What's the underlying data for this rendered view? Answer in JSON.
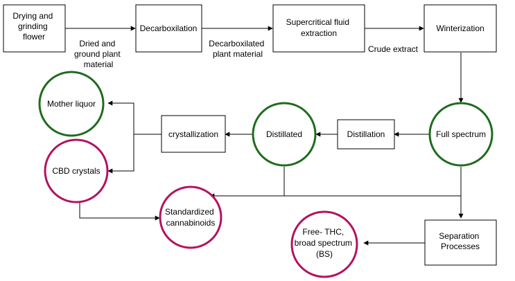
{
  "colors": {
    "stroke": "#000000",
    "green_circle": "#1f6b1f",
    "magenta_circle": "#b3125f",
    "text": "#000000",
    "background": "#ffffff"
  },
  "nodes": {
    "drying": {
      "lines": [
        "Drying and",
        "grinding",
        "flower"
      ],
      "shape": "rectangle"
    },
    "decarboxilation": {
      "lines": [
        "Decarboxilation"
      ],
      "shape": "rectangle"
    },
    "supercritical": {
      "lines": [
        "Supercritical fluid",
        "extraction"
      ],
      "shape": "rectangle"
    },
    "winterization": {
      "lines": [
        "Winterization"
      ],
      "shape": "rectangle"
    },
    "full_spectrum": {
      "lines": [
        "Full spectrum"
      ],
      "shape": "circle",
      "color": "green"
    },
    "distillation": {
      "lines": [
        "Distillation"
      ],
      "shape": "rectangle"
    },
    "distillated": {
      "lines": [
        "Distillated"
      ],
      "shape": "circle",
      "color": "green"
    },
    "crystallization": {
      "lines": [
        "crystallization"
      ],
      "shape": "rectangle"
    },
    "mother_liquor": {
      "lines": [
        "Mother liquor"
      ],
      "shape": "circle",
      "color": "green"
    },
    "cbd_crystals": {
      "lines": [
        "CBD crystals"
      ],
      "shape": "circle",
      "color": "magenta"
    },
    "standardized": {
      "lines": [
        "Standardized",
        "cannabinoids"
      ],
      "shape": "circle",
      "color": "magenta"
    },
    "separation": {
      "lines": [
        "Separation",
        "Processes"
      ],
      "shape": "rectangle"
    },
    "free_thc": {
      "lines": [
        "Free- THC,",
        "broad spectrum",
        "(BS)"
      ],
      "shape": "circle",
      "color": "magenta"
    }
  },
  "edge_labels": {
    "dried_ground": [
      "Dried and",
      "ground plant",
      "material"
    ],
    "decarboxilated": [
      "Decarboxilated",
      "plant material"
    ],
    "crude_extract": [
      "Crude extract"
    ]
  }
}
